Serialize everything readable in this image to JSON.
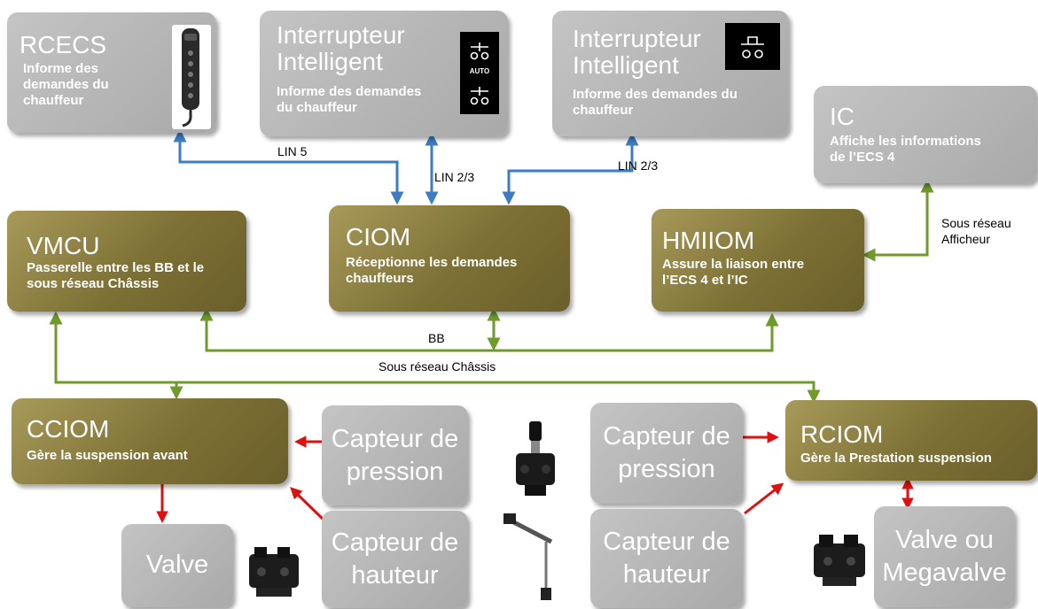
{
  "colors": {
    "lin": "#3c7cc4",
    "can": "#6f9a2c",
    "sensor": "#e01010",
    "gold": "#7d7034",
    "gray": "#b5b5b5"
  },
  "boxes": {
    "rcecs": {
      "title": "RCECS",
      "desc": [
        "Informe des",
        "demandes du",
        "chauffeur"
      ]
    },
    "switch1": {
      "title": [
        "Interrupteur",
        "Intelligent"
      ],
      "desc": [
        "Informe des demandes",
        "du chauffeur"
      ],
      "icon_text": "AUTO"
    },
    "switch2": {
      "title": [
        "Interrupteur",
        "Intelligent"
      ],
      "desc": [
        "Informe des demandes du",
        "chauffeur"
      ]
    },
    "ic": {
      "title": "IC",
      "desc": [
        "Affiche les informations",
        "de l’ECS 4"
      ]
    },
    "vmcu": {
      "title": "VMCU",
      "desc": [
        "Passerelle entre les BB et le",
        "sous réseau Châssis"
      ]
    },
    "ciom": {
      "title": "CIOM",
      "desc": [
        "Réceptionne les demandes",
        "chauffeurs"
      ]
    },
    "hmiiom": {
      "title": "HMIIOM",
      "desc": [
        "Assure la liaison entre",
        "l’ECS 4 et l’IC"
      ]
    },
    "cciom": {
      "title": "CCIOM",
      "desc": [
        "Gère la suspension avant"
      ]
    },
    "rciom": {
      "title": "RCIOM",
      "desc": [
        "Gère la Prestation suspension"
      ]
    },
    "pressure_left": [
      "Capteur de",
      "pression"
    ],
    "height_left": [
      "Capteur de",
      "hauteur"
    ],
    "valve_left": "Valve",
    "pressure_right": [
      "Capteur de",
      "pression"
    ],
    "height_right": [
      "Capteur de",
      "hauteur"
    ],
    "valve_right": [
      "Valve ou",
      "Megavalve"
    ]
  },
  "links": {
    "lin5": "LIN 5",
    "lin23_center": "LIN 2/3",
    "lin23_right": "LIN 2/3",
    "bb": "BB",
    "chassis": "Sous réseau Châssis",
    "display": [
      "Sous réseau",
      "Afficheur"
    ]
  }
}
